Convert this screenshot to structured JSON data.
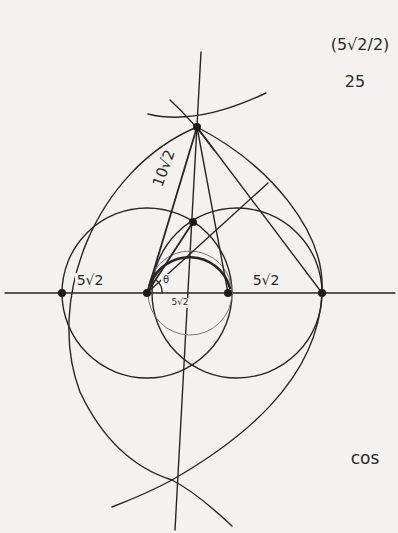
{
  "diagram": {
    "labels": [
      "10√2",
      "5√2",
      "5√2",
      "θ",
      "5√2",
      "(5√2/2)",
      "25",
      "cos"
    ]
  }
}
